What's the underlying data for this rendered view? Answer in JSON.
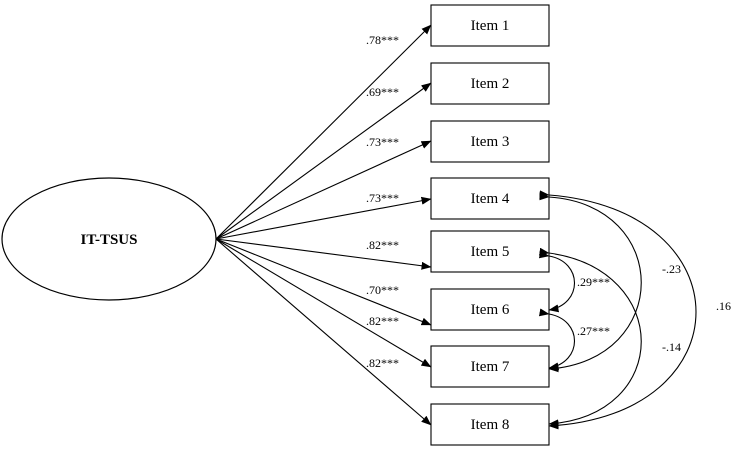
{
  "latent": {
    "label": "IT-TSUS"
  },
  "items": [
    {
      "label": "Item 1",
      "loading": ".78***"
    },
    {
      "label": "Item 2",
      "loading": ".69***"
    },
    {
      "label": "Item 3",
      "loading": ".73***"
    },
    {
      "label": "Item 4",
      "loading": ".73***"
    },
    {
      "label": "Item 5",
      "loading": ".82***"
    },
    {
      "label": "Item 6",
      "loading": ".70***"
    },
    {
      "label": "Item 7",
      "loading": ".82***"
    },
    {
      "label": "Item 8",
      "loading": ".82***"
    }
  ],
  "covariances": [
    {
      "from": "Item 5",
      "to": "Item 6",
      "value": ".29***"
    },
    {
      "from": "Item 6",
      "to": "Item 7",
      "value": ".27***"
    },
    {
      "from": "Item 4",
      "to": "Item 7",
      "value": "-.23"
    },
    {
      "from": "Item 5",
      "to": "Item 8",
      "value": "-.14"
    },
    {
      "from": "Item 4",
      "to": "Item 8",
      "value": ".16"
    }
  ]
}
